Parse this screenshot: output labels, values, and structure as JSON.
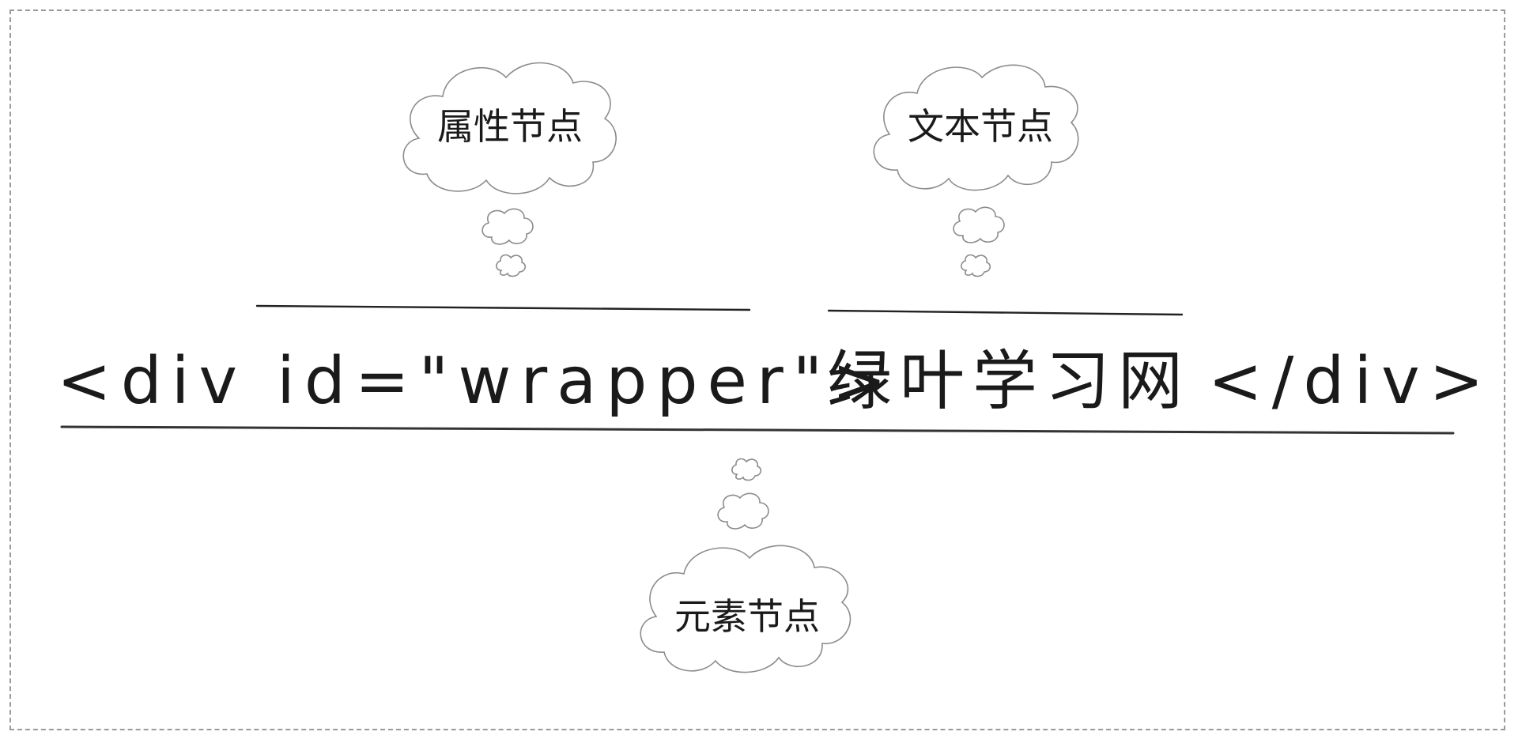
{
  "bubbles": {
    "attribute_node": "属性节点",
    "text_node": "文本节点",
    "element_node": "元素节点"
  },
  "code": {
    "open_tag": "<div id=\"wrapper\">",
    "text_content": "绿叶学习网",
    "close_tag": "</div>"
  }
}
